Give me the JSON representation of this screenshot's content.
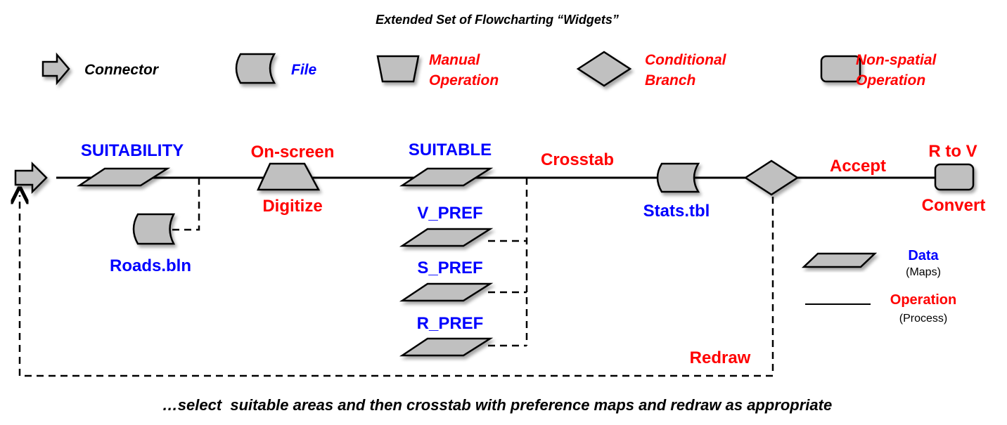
{
  "title": "Extended Set of Flowcharting “Widgets”",
  "legend_top": {
    "connector": "Connector",
    "file": "File",
    "manual_operation": [
      "Manual",
      "Operation"
    ],
    "conditional_branch": [
      "Conditional",
      "Branch"
    ],
    "non_spatial_operation": [
      "Non-spatial",
      "Operation"
    ]
  },
  "flow": {
    "suitability": "SUITABILITY",
    "roads": "Roads.bln",
    "onscreen": "On-screen",
    "digitize": "Digitize",
    "suitable": "SUITABLE",
    "v_pref": "V_PREF",
    "s_pref": "S_PREF",
    "r_pref": "R_PREF",
    "crosstab": "Crosstab",
    "stats": "Stats.tbl",
    "accept": "Accept",
    "r_to_v": "R to V",
    "convert": "Convert",
    "redraw": "Redraw"
  },
  "legend_bottom": {
    "data": "Data",
    "data_sub": "(Maps)",
    "operation": "Operation",
    "operation_sub": "(Process)"
  },
  "caption": "…select  suitable areas and then crosstab with preference maps and redraw as appropriate",
  "colors": {
    "data_label": "#0000ff",
    "operation_label": "#ff0000",
    "shape_fill": "#c0c0c0"
  }
}
